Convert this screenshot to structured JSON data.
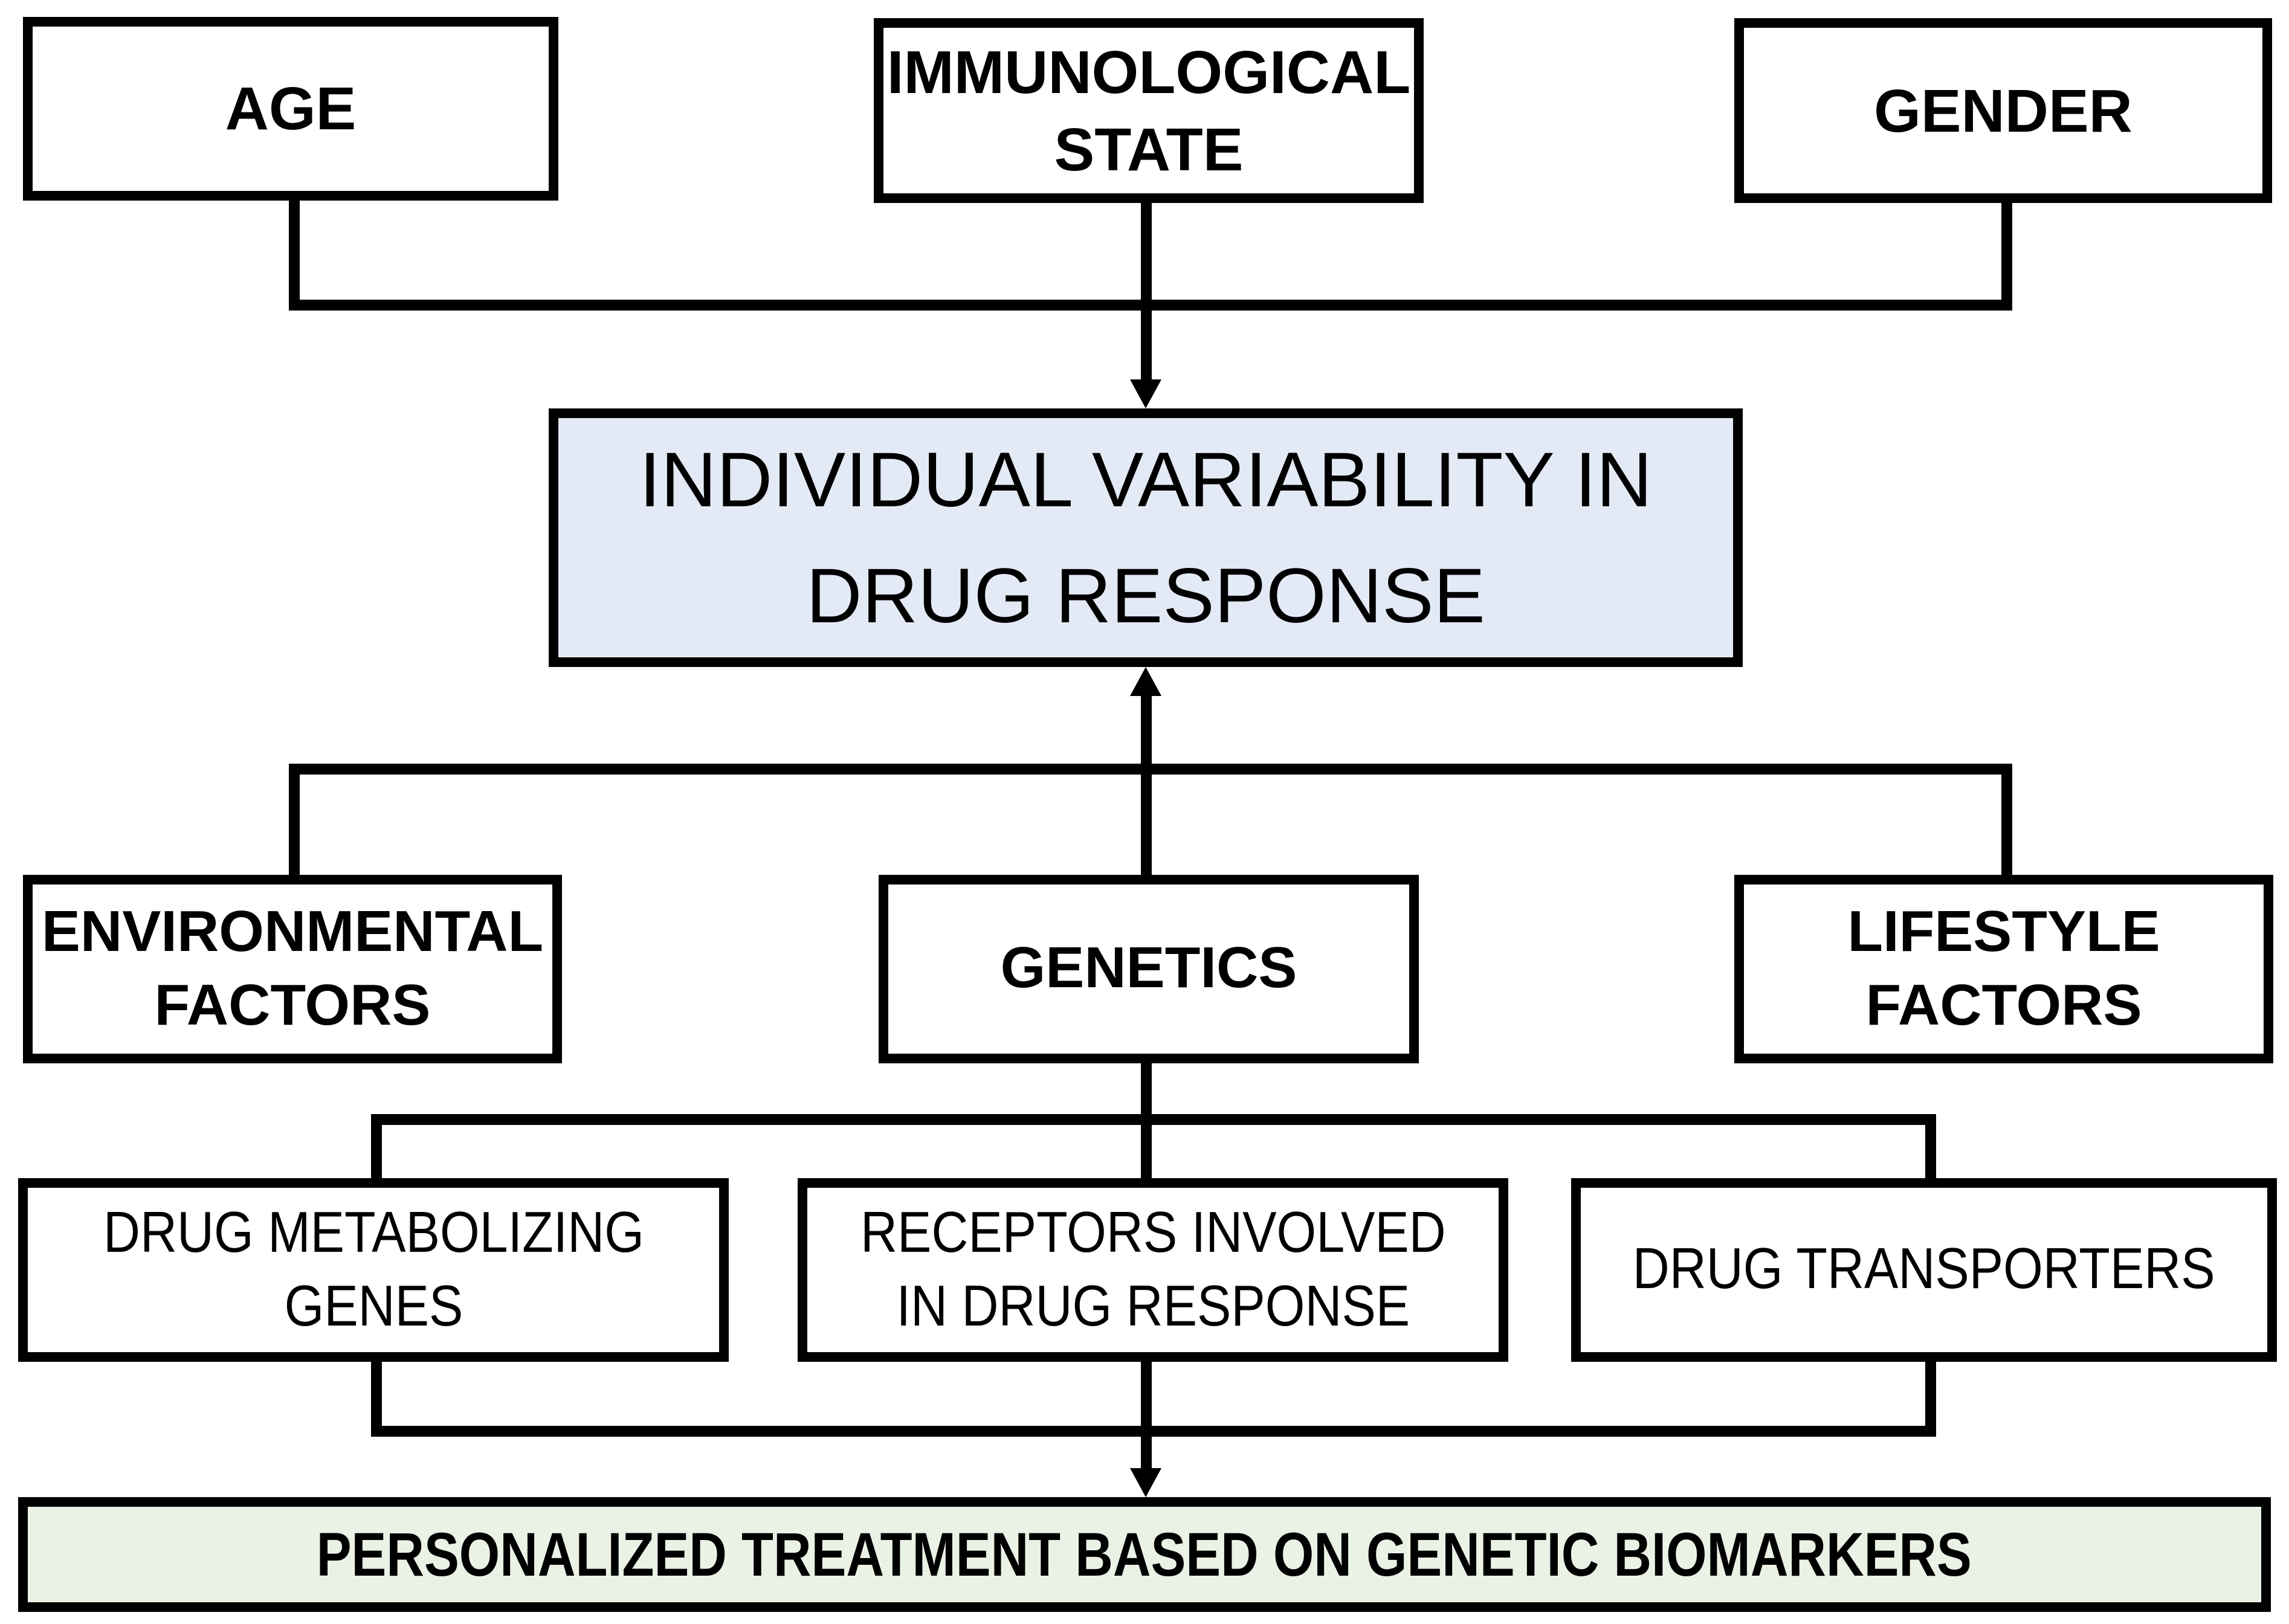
{
  "diagram": {
    "colors": {
      "line": "#000000",
      "default_box_fill": "#ffffff",
      "variability_fill": "#e3eaf5",
      "treatment_fill": "#e9f2e5"
    },
    "nodes": {
      "age": {
        "label": "AGE"
      },
      "immunological_state": {
        "label": "IMMUNOLOGICAL\nSTATE"
      },
      "gender": {
        "label": "GENDER"
      },
      "individual_variability": {
        "label": "INDIVIDUAL VARIABILITY IN\nDRUG RESPONSE"
      },
      "environmental_factors": {
        "label": "ENVIRONMENTAL\nFACTORS"
      },
      "genetics": {
        "label": "GENETICS"
      },
      "lifestyle_factors": {
        "label": "LIFESTYLE\nFACTORS"
      },
      "drug_metabolizing_genes": {
        "label": "DRUG METABOLIZING\nGENES"
      },
      "receptors_involved": {
        "label": "RECEPTORS INVOLVED\nIN DRUG RESPONSE"
      },
      "drug_transporters": {
        "label": "DRUG TRANSPORTERS"
      },
      "personalized_treatment": {
        "label": "PERSONALIZED TREATMENT BASED ON GENETIC BIOMARKERS"
      }
    }
  }
}
